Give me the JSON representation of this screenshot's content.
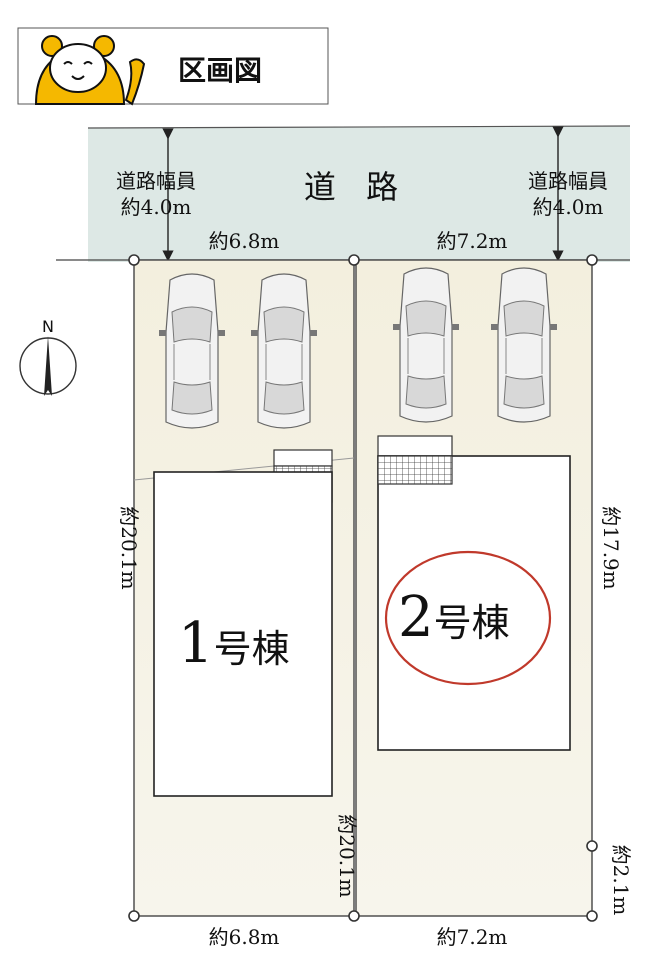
{
  "header": {
    "title": "区画図",
    "mascot_icon": "bear-mascot-icon"
  },
  "road": {
    "label": "道 路",
    "width_label_line1": "道路幅員",
    "width_label_line2": "約4.0m"
  },
  "compass": {
    "north_label": "N"
  },
  "lots": [
    {
      "name": "1号棟",
      "number": "1",
      "suffix": "号棟",
      "frontage_label": "約6.8m",
      "rear_label": "約6.8m",
      "left_depth_label": "約20.1m",
      "right_depth_label": "約20.1m",
      "highlighted": false
    },
    {
      "name": "2号棟",
      "number": "2",
      "suffix": "号棟",
      "frontage_label": "約7.2m",
      "rear_label": "約7.2m",
      "right_depth_label": "約17.9m",
      "right_extra_label": "約2.1m",
      "highlighted": true
    }
  ],
  "colors": {
    "road": "#dde8e5",
    "lot": "#f4f1e4",
    "highlight": "#c0392b",
    "mascot": "#f5b800"
  }
}
